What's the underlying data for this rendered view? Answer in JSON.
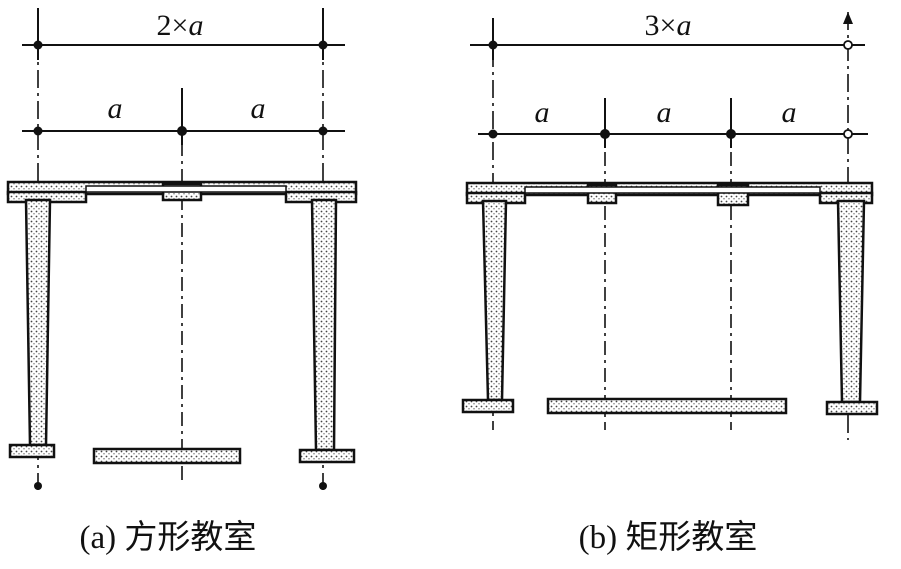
{
  "figure_a": {
    "total_label_prefix": "2×",
    "total_label_var": "a",
    "bay_labels": [
      "a",
      "a"
    ],
    "caption": "(a) 方形教室"
  },
  "figure_b": {
    "total_label_prefix": "3×",
    "total_label_var": "a",
    "bay_labels": [
      "a",
      "a",
      "a"
    ],
    "caption": "(b) 矩形教室"
  },
  "colors": {
    "ink": "#111111",
    "paper": "#ffffff",
    "hatch": "#555555"
  }
}
